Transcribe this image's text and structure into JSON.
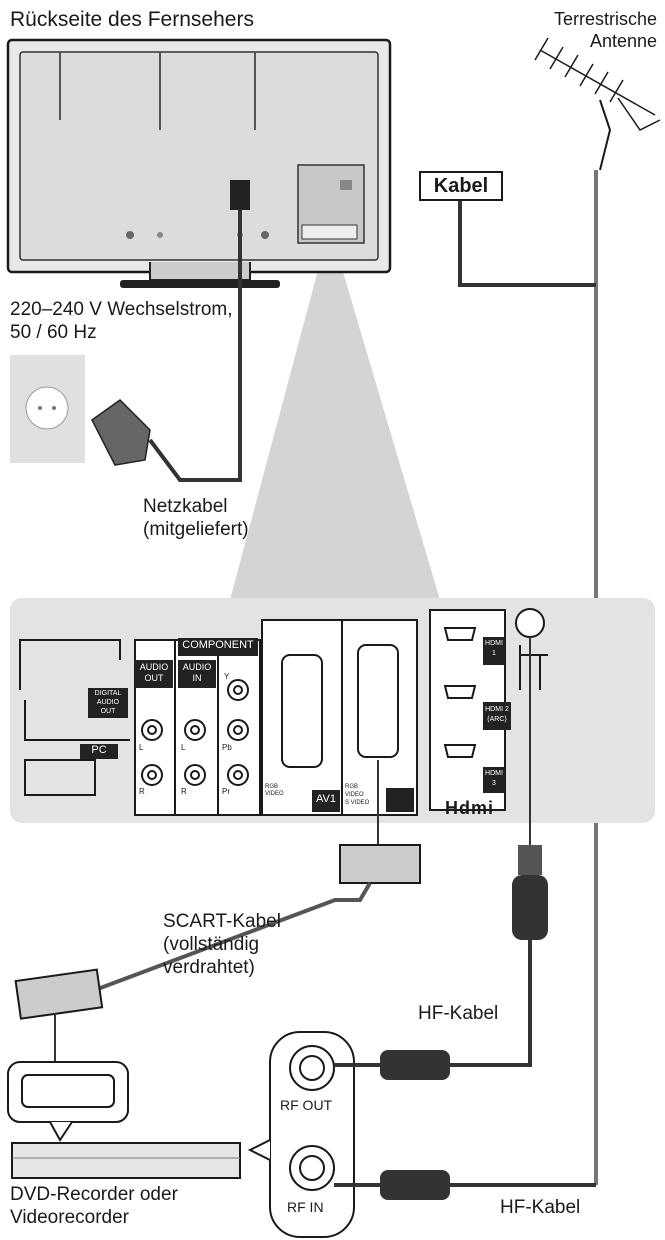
{
  "labels": {
    "tv_back": "Rückseite des Fernsehers",
    "antenna_line1": "Terrestrische",
    "antenna_line2": "Antenne",
    "cable_box": "Kabel",
    "power_line1": "220–240 V Wechselstrom,",
    "power_line2": "50 / 60 Hz",
    "mains_line1": "Netzkabel",
    "mains_line2": "(mitgeliefert)",
    "scart_line1": "SCART-Kabel",
    "scart_line2": "(vollständig",
    "scart_line3": "verdrahtet)",
    "hf_cable_1": "HF-Kabel",
    "hf_cable_2": "HF-Kabel",
    "device_line1": "DVD-Recorder oder",
    "device_line2": "Videorecorder",
    "rf_out": "RF OUT",
    "rf_in": "RF IN"
  },
  "panel": {
    "component": "COMPONENT",
    "audio_out_1": "AUDIO",
    "audio_out_2": "OUT",
    "audio_in_1": "AUDIO",
    "audio_in_2": "IN",
    "digital_1": "DIGITAL",
    "digital_2": "AUDIO",
    "digital_3": "OUT",
    "pc": "PC",
    "av1": "AV1",
    "hdmi1_a": "HDMI",
    "hdmi1_b": "1",
    "hdmi2_a": "HDMI 2",
    "hdmi2_b": "(ARC)",
    "hdmi3_a": "HDMI",
    "hdmi3_b": "3",
    "hdmi_logo": "Hdmi",
    "y": "Y",
    "pb": "Pb",
    "pr": "Pr",
    "l1": "L",
    "r1": "R",
    "l2": "L",
    "r2": "R",
    "rgb_video": "RGB VIDEO",
    "rgb": "RGB",
    "video": "VIDEO",
    "svideo": "S VIDEO"
  },
  "colors": {
    "line": "#1a1a1a",
    "panel_bg": "#e3e3e3",
    "zoom_cone": "#d4d4d4",
    "cable_gray": "#555555",
    "label_dark": "#1f1f1f"
  }
}
